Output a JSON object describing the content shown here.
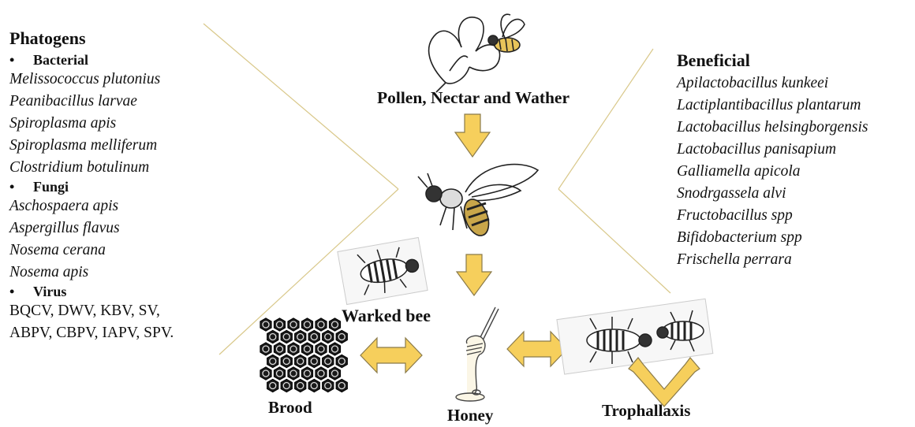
{
  "pathogens": {
    "title": "Phatogens",
    "bacterial_label": "Bacterial",
    "bacterial": [
      "Melissococcus plutonius",
      "Peanibacillus larvae",
      "Spiroplasma apis",
      "Spiroplasma melliferum",
      "Clostridium  botulinum"
    ],
    "fungi_label": "Fungi",
    "fungi": [
      "Aschospaera apis",
      "Aspergillus flavus",
      "Nosema cerana",
      "Nosema apis"
    ],
    "virus_label": "Virus",
    "virus_lines": [
      "BQCV, DWV, KBV, SV,",
      "ABPV, CBPV, IAPV, SPV."
    ]
  },
  "beneficial": {
    "title": "Beneficial",
    "items": [
      "Apilactobacillus kunkeei",
      "Lactiplantibacillus plantarum",
      "Lactobacillus helsingborgensis",
      "Lactobacillus panisapium",
      "Galliamella apicola",
      "Snodrgassela alvi",
      "Fructobacillus spp",
      "Bifidobacterium spp",
      "Frischella perrara"
    ]
  },
  "labels": {
    "top": "Pollen, Nectar and Wather",
    "worker": "Warked bee",
    "brood": "Brood",
    "honey": "Honey",
    "trophallaxis": "Trophallaxis"
  },
  "colors": {
    "arrow_fill": "#f6cf5c",
    "arrow_stroke": "#8a7a4a",
    "guide_line": "#d9c88a"
  },
  "icons": [
    "flower-bee-icon",
    "bee-icon",
    "hive-bee-icon",
    "brood-comb-icon",
    "honey-dipper-icon",
    "trophallaxis-bees-icon"
  ]
}
